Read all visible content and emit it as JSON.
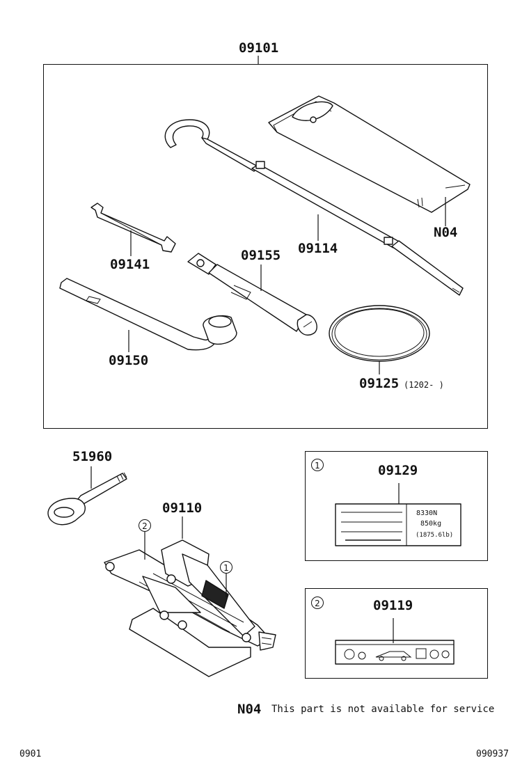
{
  "parts": {
    "kit": "09101",
    "handle": "09114",
    "bag": "N04",
    "wrench": "09141",
    "extension": "09155",
    "lug_wrench": "09150",
    "band": "09125",
    "band_note": "(1202-     )",
    "tow_hook": "51960",
    "jack": "09110",
    "label1": "09129",
    "label2": "09119"
  },
  "markers": {
    "one": "1",
    "two": "2"
  },
  "label1_text": {
    "line1": "8330N",
    "line2": "850kg",
    "line3": "(1875.6lb)"
  },
  "footnote": {
    "code": "N04",
    "text": "This part is not available for service"
  },
  "footer": {
    "left": "0901",
    "right": "090937"
  }
}
